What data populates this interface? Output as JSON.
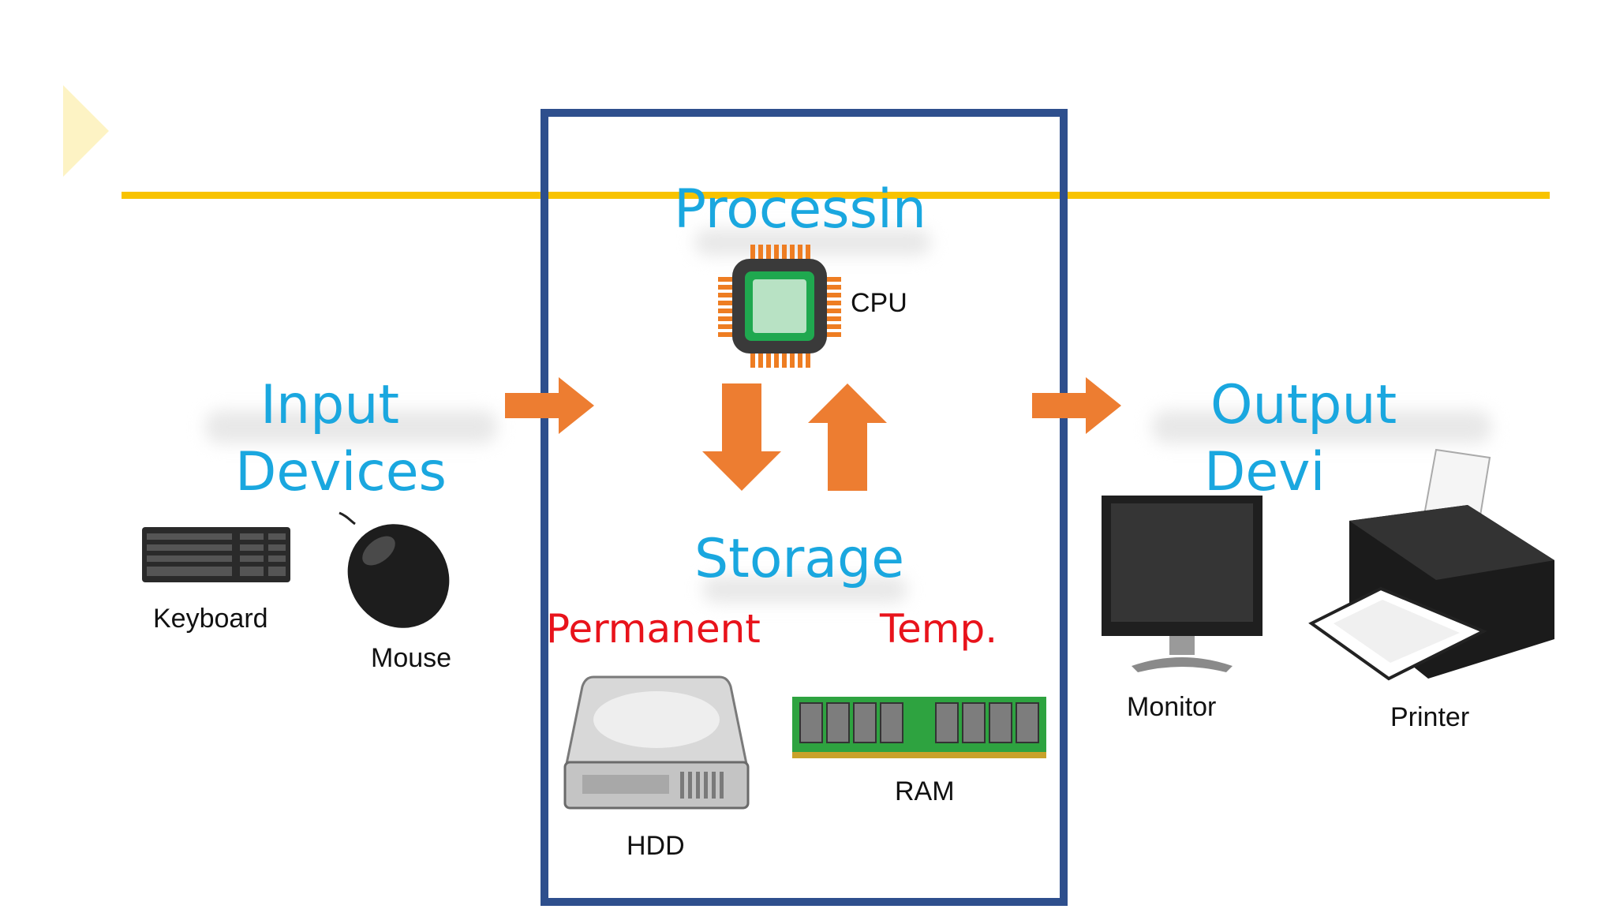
{
  "colors": {
    "accent_line": "#f8c300",
    "triangle": "#fdf3c4",
    "box_border": "#2e4f8d",
    "heading": "#1aa7df",
    "arrow": "#ed7d31",
    "storage_type": "#e8131b"
  },
  "diagram": {
    "processing": {
      "title": "Processin",
      "cpu_label": "CPU"
    },
    "input": {
      "title_line1": "Input",
      "title_line2": "Devices",
      "keyboard_label": "Keyboard",
      "mouse_label": "Mouse"
    },
    "output": {
      "title_line1": "Output",
      "title_line2": "Devi",
      "monitor_label": "Monitor",
      "printer_label": "Printer"
    },
    "storage": {
      "title": "Storage",
      "permanent": "Permanent",
      "temporary": "Temp.",
      "hdd_label": "HDD",
      "ram_label": "RAM"
    }
  },
  "icons": [
    "slide-triangle-icon",
    "keyboard-icon",
    "mouse-icon",
    "cpu-chip-icon",
    "hdd-icon",
    "ram-icon",
    "monitor-icon",
    "printer-icon",
    "arrow-right-icon",
    "arrow-down-icon",
    "arrow-up-icon"
  ]
}
